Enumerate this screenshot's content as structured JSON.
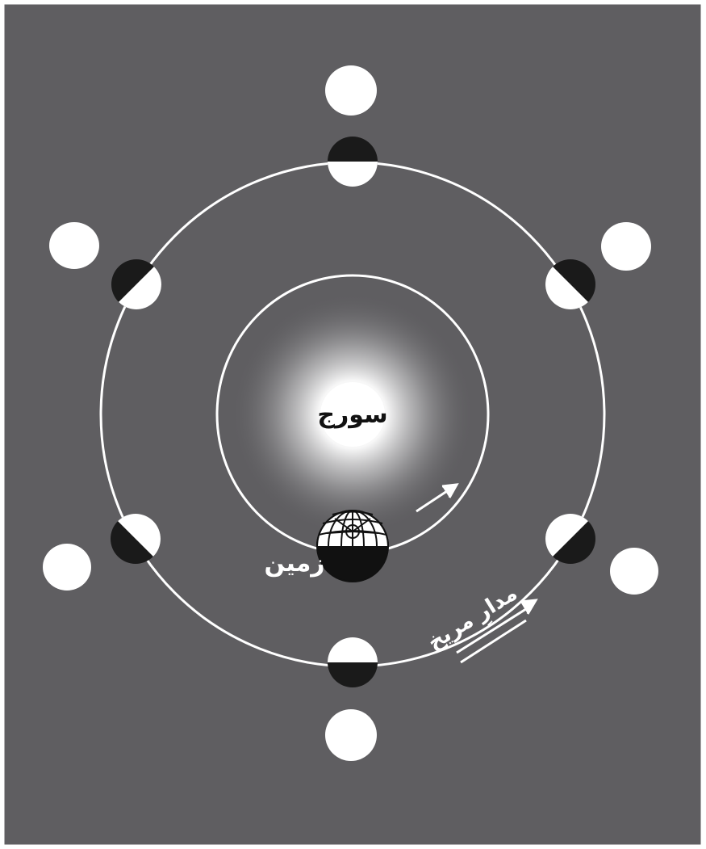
{
  "labels": {
    "sun": "سورج",
    "earth": "زمین",
    "mars_orbit": "مدارِ مریخ"
  },
  "colors": {
    "background": "#5f5e61",
    "frame": "#ffffff",
    "orbit_line": "#ffffff",
    "sun": "#ffffff",
    "planet_lit": "#ffffff",
    "planet_dark": "#1a1a1a",
    "label_text": "#ffffff",
    "sun_text": "#111111"
  },
  "icons": {
    "sun": "sun-icon",
    "earth": "earth-globe-icon",
    "orbit_arrow": "arrow-icon"
  }
}
